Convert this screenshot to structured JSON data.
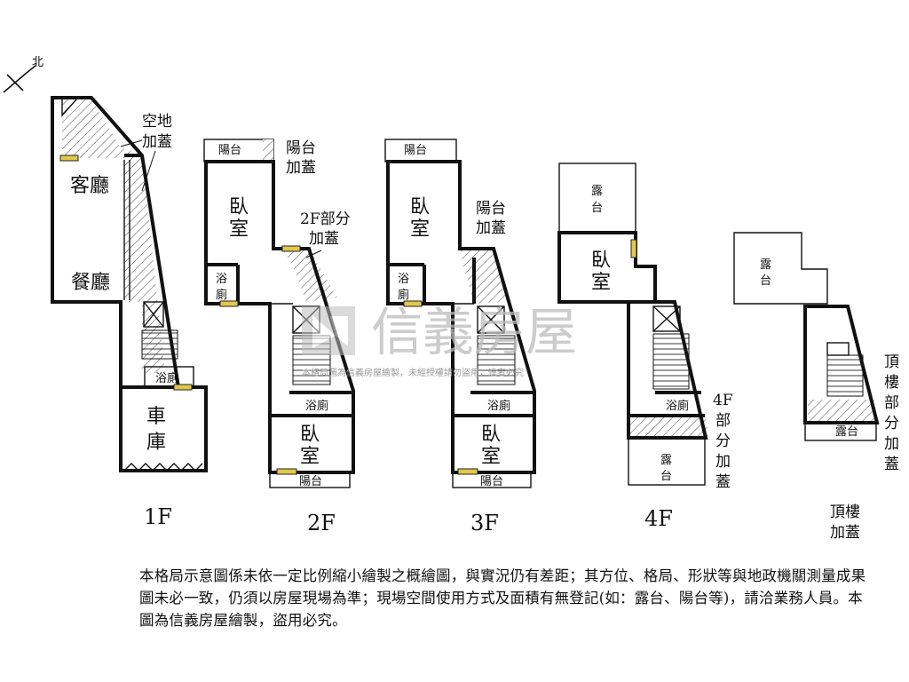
{
  "north_label": "北",
  "floors": {
    "f1": {
      "label": "1F",
      "rooms": {
        "living": "客廳",
        "dining": "餐廳",
        "bath": "浴廁",
        "garage_1": "車",
        "garage_2": "庫"
      },
      "annotation_1": "空地",
      "annotation_2": "加蓋"
    },
    "f2": {
      "label": "2F",
      "rooms": {
        "balcony_top": "陽台",
        "bedroom_1": "臥",
        "bedroom_2": "室",
        "bath_1": "浴",
        "bath_2": "廁",
        "bath_lower": "浴廁",
        "bedroom_lower_1": "臥",
        "bedroom_lower_2": "室",
        "balcony_bottom": "陽台"
      },
      "annotation_balcony_1": "陽台",
      "annotation_balcony_2": "加蓋",
      "annotation_part_1": "2F部分",
      "annotation_part_2": "加蓋"
    },
    "f3": {
      "label": "3F",
      "rooms": {
        "balcony_top": "陽台",
        "bedroom_1": "臥",
        "bedroom_2": "室",
        "bath_1": "浴",
        "bath_2": "廁",
        "bath_lower": "浴廁",
        "bedroom_lower_1": "臥",
        "bedroom_lower_2": "室",
        "balcony_bottom": "陽台"
      },
      "annotation_1": "陽台",
      "annotation_2": "加蓋"
    },
    "f4": {
      "label": "4F",
      "rooms": {
        "terrace_top_1": "露",
        "terrace_top_2": "台",
        "bedroom_1": "臥",
        "bedroom_2": "室",
        "bath": "浴廁",
        "terrace_bottom_1": "露",
        "terrace_bottom_2": "台"
      },
      "annotation": [
        "4F",
        "部",
        "分",
        "加",
        "蓋"
      ]
    },
    "roof": {
      "label_1": "頂樓",
      "label_2": "加蓋",
      "rooms": {
        "terrace_top_1": "露",
        "terrace_top_2": "台",
        "terrace_bottom": "露台"
      },
      "annotation": [
        "頂",
        "樓",
        "部",
        "分",
        "加",
        "蓋"
      ]
    }
  },
  "watermark": {
    "brand": "信義房屋",
    "notice": "本格局圖為信義房屋繪製，未經授權請勿盜用，違者必究"
  },
  "disclaimer": "本格局示意圖係未依一定比例縮小繪製之概繪圖，與實況仍有差距；其方位、格局、形狀等與地政機關測量成果圖未必一致，仍須以房屋現場為準；現場空間使用方式及面積有無登記(如：露台、陽台等)，請洽業務人員。本圖為信義房屋繪製，盜用必究。",
  "colors": {
    "wall": "#111111",
    "window": "#e3c84a",
    "hatch": "#555555",
    "watermark": "#bcbcbc"
  }
}
